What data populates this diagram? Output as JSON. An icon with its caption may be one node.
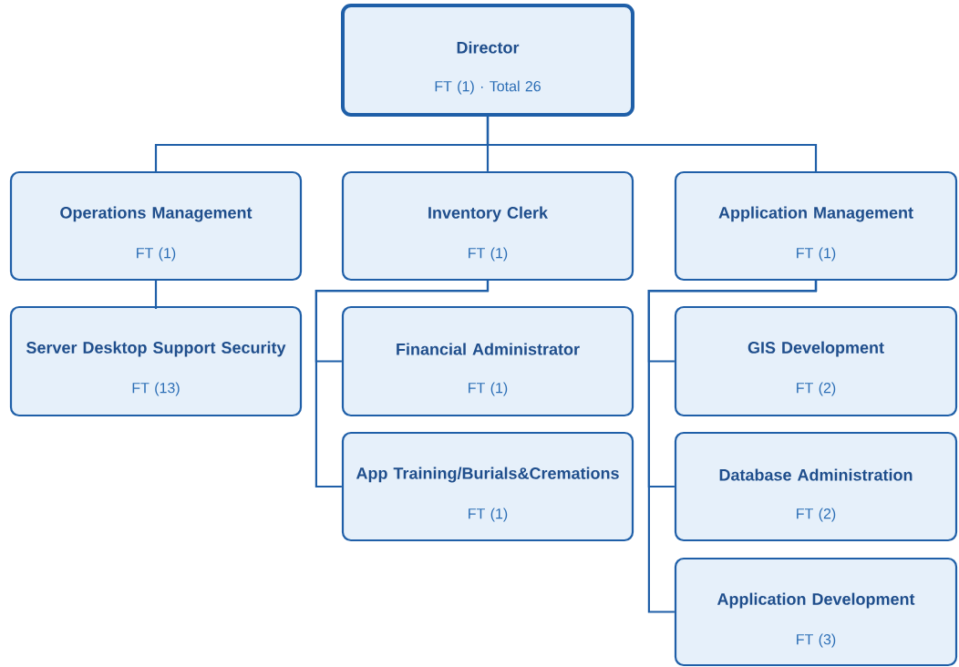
{
  "diagram": {
    "nodes": [
      {
        "text": [
          "Director",
          "FT (1) · Total 26"
        ]
      },
      {
        "text": [
          "Operations Management",
          "FT (1)"
        ]
      },
      {
        "text": [
          "Inventory Clerk",
          "FT (1)"
        ]
      },
      {
        "text": [
          "Application Management",
          "FT (1)"
        ]
      },
      {
        "text": [
          "Server Desktop Support Security",
          "FT (13)"
        ]
      },
      {
        "text": [
          "Financial Administrator",
          "FT (1)"
        ]
      },
      {
        "text": [
          "App Training/Burials&Cremations",
          "FT (1)"
        ]
      },
      {
        "text": [
          "GIS Development",
          "FT (2)"
        ]
      },
      {
        "text": [
          "Database Administration",
          "FT (2)"
        ]
      },
      {
        "text": [
          "Application Development",
          "FT (3)"
        ]
      }
    ],
    "edges": [
      {
        "from": 0,
        "to": 1,
        "arrow": "none"
      },
      {
        "from": 0,
        "to": 2,
        "arrow": "none"
      },
      {
        "from": 0,
        "to": 3,
        "arrow": "none"
      },
      {
        "from": 1,
        "to": 4,
        "arrow": "none"
      },
      {
        "from": 2,
        "to": 5,
        "arrow": "none"
      },
      {
        "from": 2,
        "to": 6,
        "arrow": "none"
      },
      {
        "from": 3,
        "to": 7,
        "arrow": "none"
      },
      {
        "from": 3,
        "to": 8,
        "arrow": "none"
      },
      {
        "from": 3,
        "to": 9,
        "arrow": "none"
      }
    ]
  }
}
